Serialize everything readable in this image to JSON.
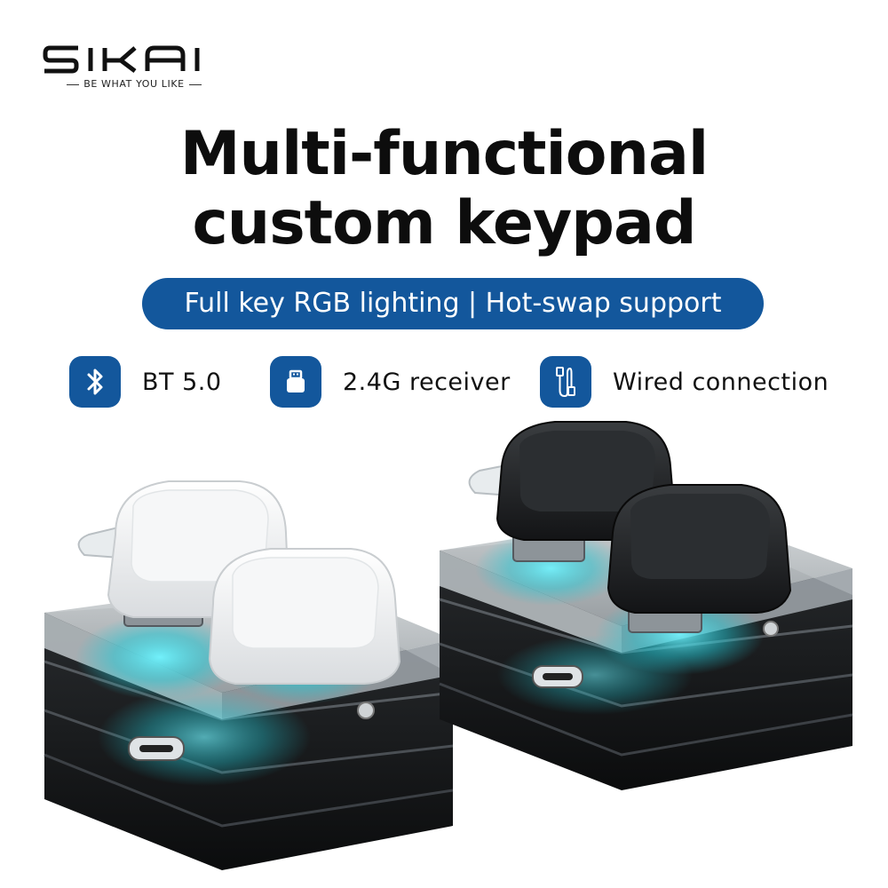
{
  "brand": {
    "name": "SIKAI",
    "tagline": "BE WHAT YOU LIKE"
  },
  "headline": {
    "line1": "Multi-functional",
    "line2": "custom keypad"
  },
  "banner": {
    "text": "Full key RGB lighting | Hot-swap support"
  },
  "features": [
    {
      "icon": "bluetooth-icon",
      "label": "BT 5.0"
    },
    {
      "icon": "usb-receiver-icon",
      "label": "2.4G receiver"
    },
    {
      "icon": "cable-icon",
      "label": "Wired connection"
    }
  ],
  "products": [
    {
      "keycap_color": "white"
    },
    {
      "keycap_color": "black"
    }
  ],
  "colors": {
    "accent": "#13579c",
    "text": "#0d0d0d",
    "glow": "#35e3ee"
  }
}
